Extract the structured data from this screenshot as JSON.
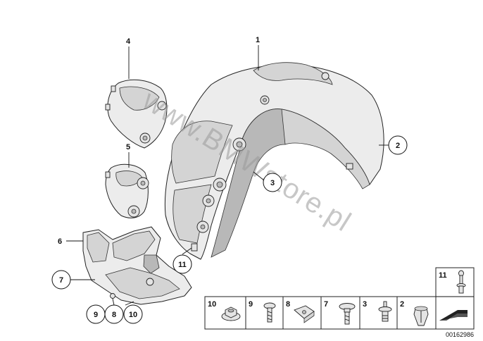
{
  "diagram": {
    "watermark": "www.BMWstore.pl",
    "document_number": "00162986",
    "callouts": {
      "c1": "1",
      "c2": "2",
      "c3": "3",
      "c4": "4",
      "c5": "5",
      "c6": "6",
      "c7": "7",
      "c8": "8",
      "c9": "9",
      "c10": "10",
      "c11": "11"
    },
    "parts_strip": {
      "cells": [
        "10",
        "9",
        "8",
        "7",
        "3",
        "2"
      ],
      "side_label": "11"
    }
  }
}
